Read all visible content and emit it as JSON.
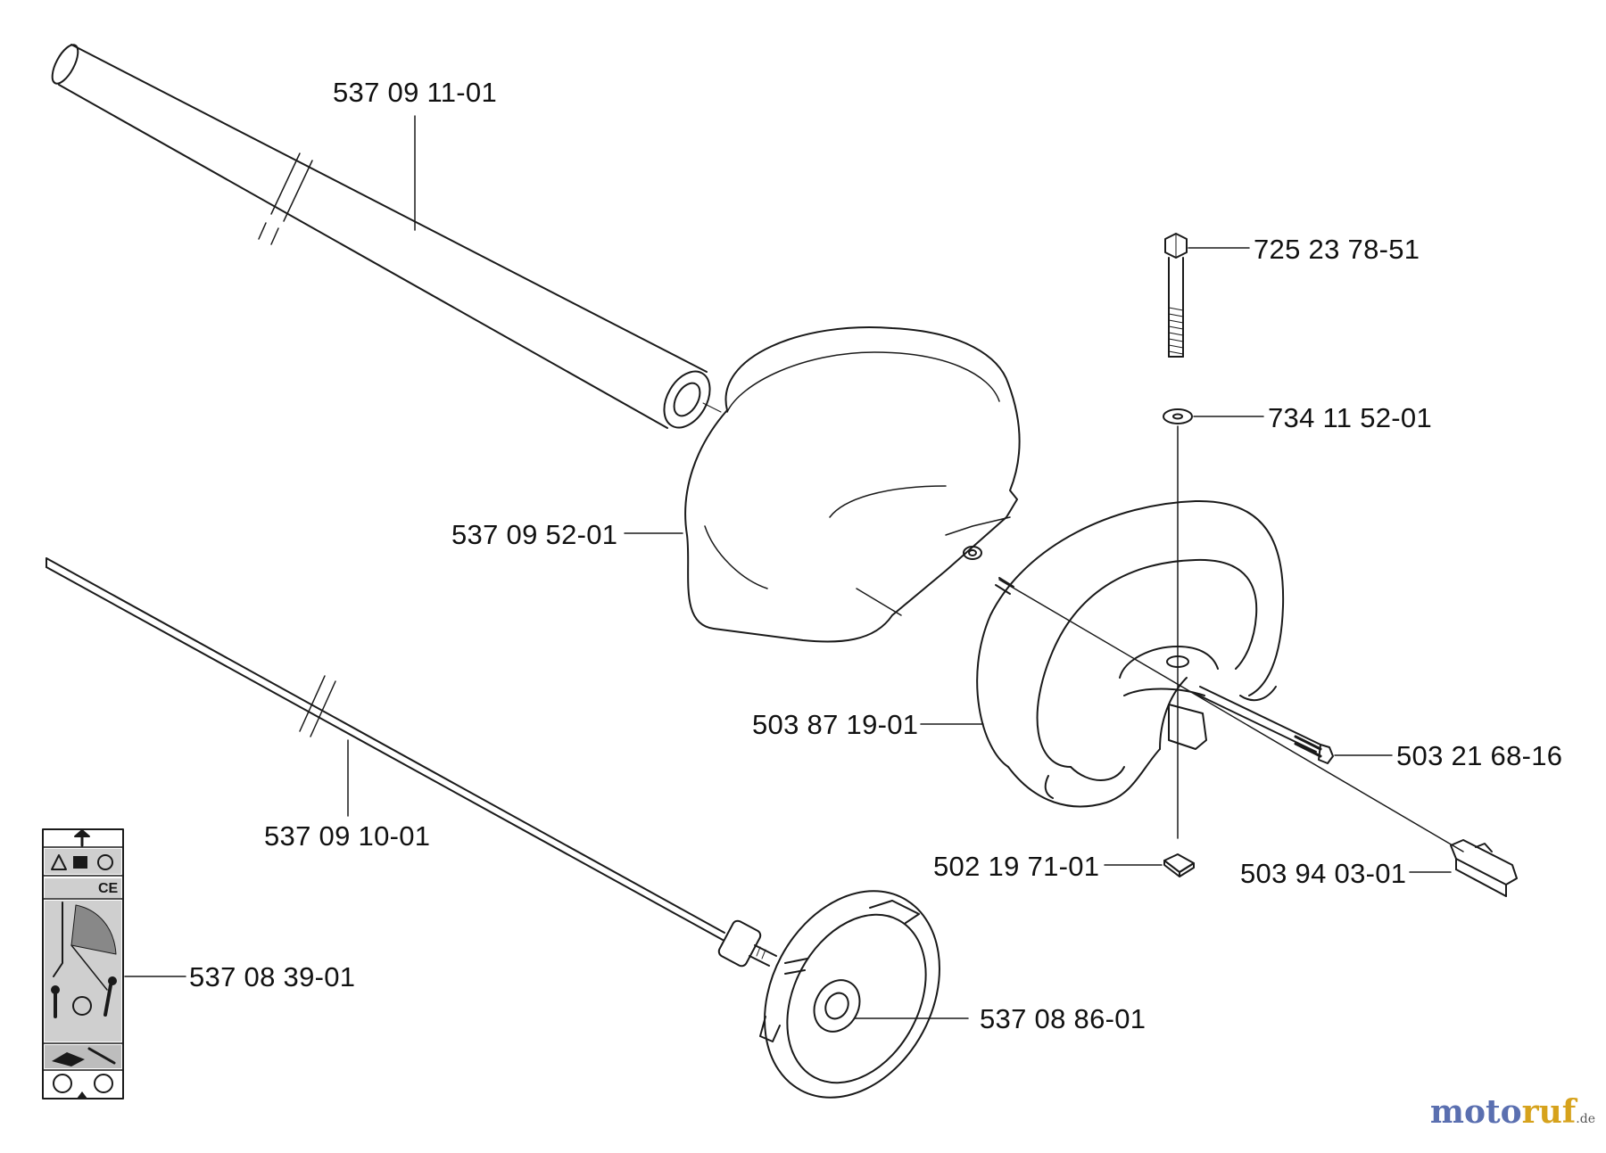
{
  "parts": {
    "shaft_tube": "537 09 11-01",
    "bolt": "725 23 78-51",
    "washer": "734 11 52-01",
    "guard": "537 09 52-01",
    "handle": "503 87 19-01",
    "screw": "503 21 68-16",
    "drive_shaft": "537 09 10-01",
    "square_nut": "502 19 71-01",
    "clip": "503 94 03-01",
    "decal": "537 08 39-01",
    "hub": "537 08 86-01"
  },
  "decal": {
    "ce_mark": "CE"
  },
  "watermark": {
    "brand_a": "moto",
    "brand_b": "ruf",
    "domain": ".de"
  },
  "colors": {
    "line": "#1a1a1a",
    "decal_bg": "#cfcfcf",
    "watermark_blue": "#5a6fb0",
    "watermark_gold": "#d6a21c"
  }
}
